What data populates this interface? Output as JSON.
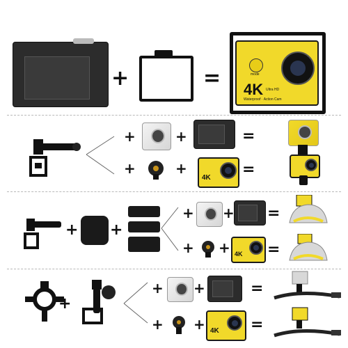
{
  "operators": {
    "plus": "+",
    "equals": "="
  },
  "camera_branding": {
    "logo": "4K",
    "logo_suffix": "Ultra HD",
    "tagline": "Waterproof · Action Cam",
    "mode_label": "mode"
  },
  "colors": {
    "camera_yellow": "#f1d92a",
    "camera_black": "#2c2c2c",
    "divider": "#b8b8b8"
  }
}
